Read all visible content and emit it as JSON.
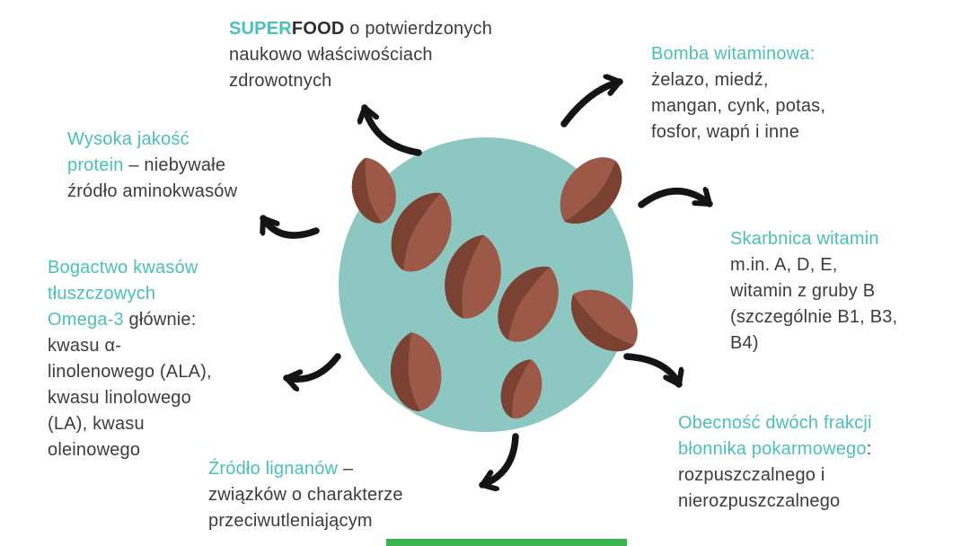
{
  "theme": {
    "accent": "#49C0B9",
    "text": "#3C3C3C",
    "text_strong": "#2E2E2E",
    "arrow": "#141414",
    "circle": "#8CC8C1",
    "seed_light": "#9C5947",
    "seed_dark": "#7B4233",
    "bottom_bar": "#3CB34C",
    "background": "#FFFFFF"
  },
  "illustration": {
    "circle_icon": "seeds-circle-icon",
    "seed_icon": "seed-icon",
    "seed_count": 8
  },
  "blocks": {
    "superfood": {
      "lines": [
        {
          "segs": [
            {
              "t": "SUPER"
            },
            {
              "t": "FOOD"
            },
            {
              "t": " o potwierdzonych"
            }
          ]
        },
        {
          "segs": [
            {
              "t": "naukowo właściwościach"
            }
          ]
        },
        {
          "segs": [
            {
              "t": "zdrowotnych"
            }
          ]
        }
      ]
    },
    "bomba": {
      "lines": [
        {
          "segs": [
            {
              "t": "Bomba witaminowa:"
            }
          ]
        },
        {
          "segs": [
            {
              "t": "żelazo, miedź,"
            }
          ]
        },
        {
          "segs": [
            {
              "t": "mangan, cynk, potas,"
            }
          ]
        },
        {
          "segs": [
            {
              "t": "fosfor, wapń i inne"
            }
          ]
        }
      ]
    },
    "skarbnica": {
      "lines": [
        {
          "segs": [
            {
              "t": "Skarbnica witamin"
            }
          ]
        },
        {
          "segs": [
            {
              "t": "m.in. A, D, E,"
            }
          ]
        },
        {
          "segs": [
            {
              "t": "witamin z gruby B"
            }
          ]
        },
        {
          "segs": [
            {
              "t": "(szczególnie B1, B3,"
            }
          ]
        },
        {
          "segs": [
            {
              "t": "B4)"
            }
          ]
        }
      ]
    },
    "obecnosc": {
      "lines": [
        {
          "segs": [
            {
              "t": "Obecność dwóch frakcji"
            }
          ]
        },
        {
          "segs": [
            {
              "t": "błonnika pokarmowego"
            },
            {
              "t": ":"
            }
          ]
        },
        {
          "segs": [
            {
              "t": "rozpuszczalnego i"
            }
          ]
        },
        {
          "segs": [
            {
              "t": "nierozpuszczalnego"
            }
          ]
        }
      ]
    },
    "zrodlo": {
      "lines": [
        {
          "segs": [
            {
              "t": "Źródło lignanów "
            },
            {
              "t": "–"
            }
          ]
        },
        {
          "segs": [
            {
              "t": "związków o charakterze"
            }
          ]
        },
        {
          "segs": [
            {
              "t": "przeciwutleniającym"
            }
          ]
        }
      ]
    },
    "omega": {
      "lines": [
        {
          "segs": [
            {
              "t": "Bogactwo kwasów"
            }
          ]
        },
        {
          "segs": [
            {
              "t": "tłuszczowych"
            }
          ]
        },
        {
          "segs": [
            {
              "t": "Omega-3 "
            },
            {
              "t": "głównie:"
            }
          ]
        },
        {
          "segs": [
            {
              "t": "kwasu α-"
            }
          ]
        },
        {
          "segs": [
            {
              "t": "linolenowego (ALA),"
            }
          ]
        },
        {
          "segs": [
            {
              "t": "kwasu linolowego"
            }
          ]
        },
        {
          "segs": [
            {
              "t": "(LA), kwasu"
            }
          ]
        },
        {
          "segs": [
            {
              "t": "oleinowego"
            }
          ]
        }
      ]
    },
    "wysoka": {
      "lines": [
        {
          "segs": [
            {
              "t": "Wysoka jakość"
            }
          ]
        },
        {
          "segs": [
            {
              "t": "protein"
            },
            {
              "t": " – niebywałe"
            }
          ]
        },
        {
          "segs": [
            {
              "t": "źródło aminokwasów"
            }
          ]
        }
      ]
    }
  }
}
